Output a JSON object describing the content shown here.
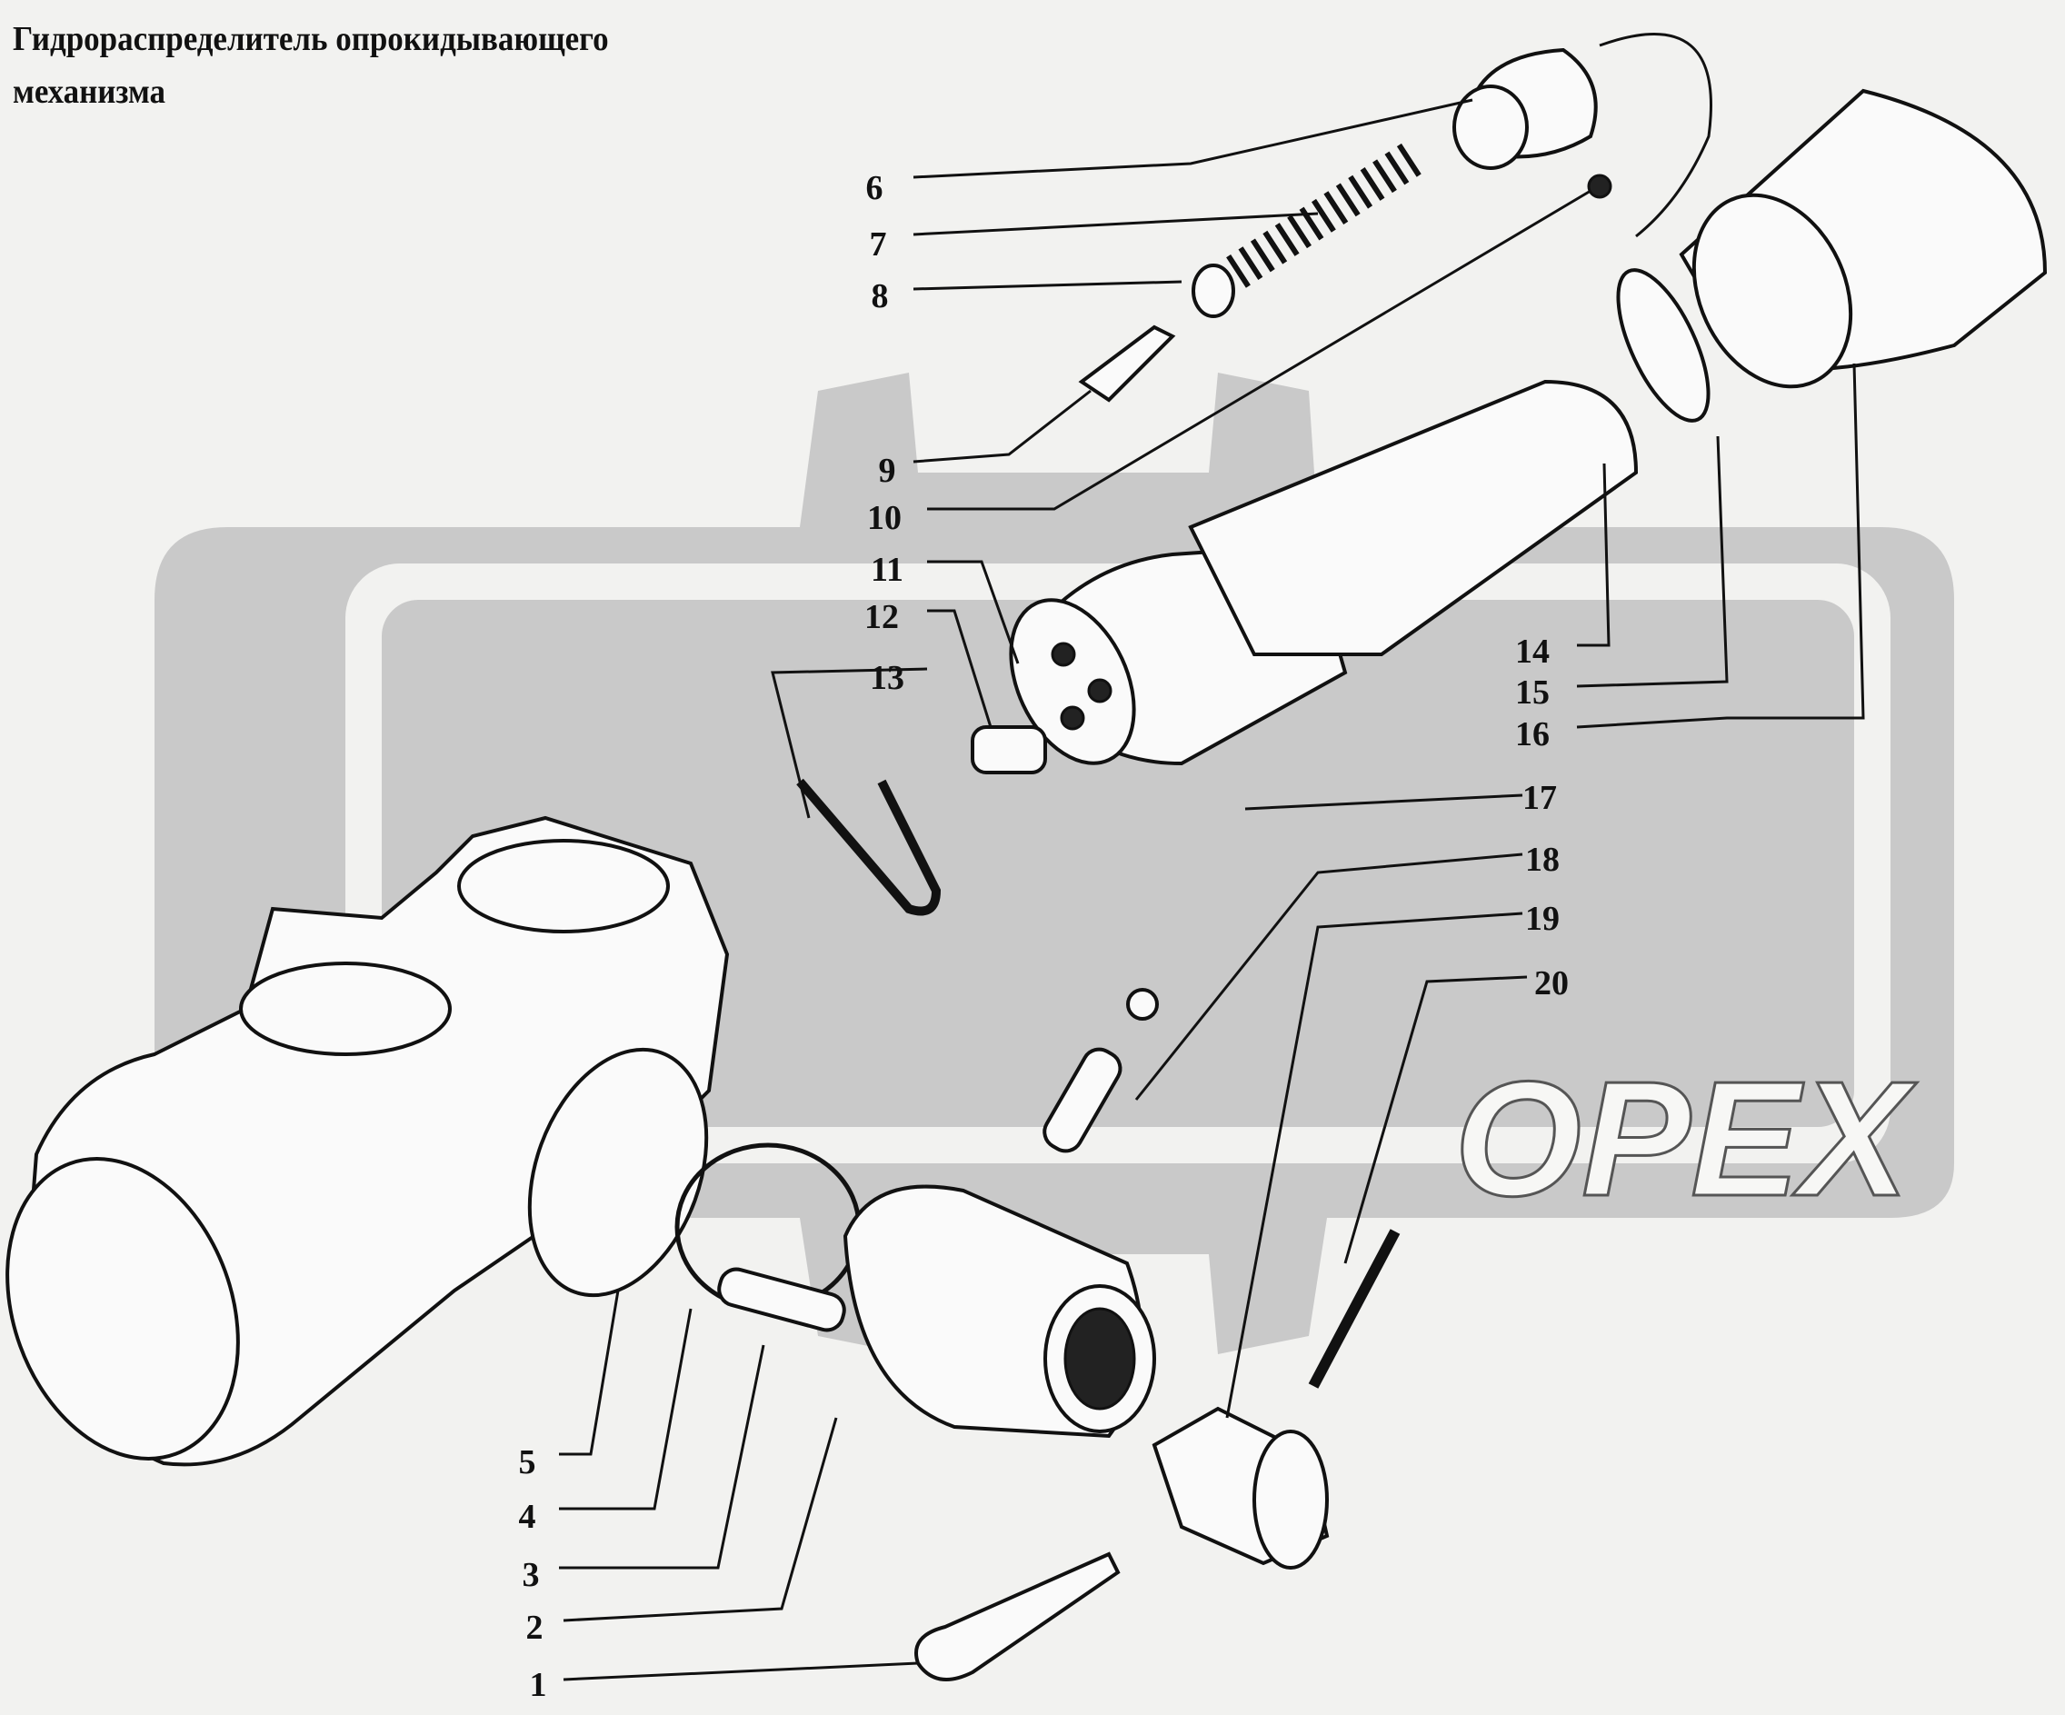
{
  "title": {
    "line1": "Гидрораспределитель опрокидывающего",
    "line2": "механизма"
  },
  "watermark": "ОРЕХ",
  "callouts": [
    "1",
    "2",
    "3",
    "4",
    "5",
    "6",
    "7",
    "8",
    "9",
    "10",
    "11",
    "12",
    "13",
    "14",
    "15",
    "16",
    "17",
    "18",
    "19",
    "20"
  ]
}
